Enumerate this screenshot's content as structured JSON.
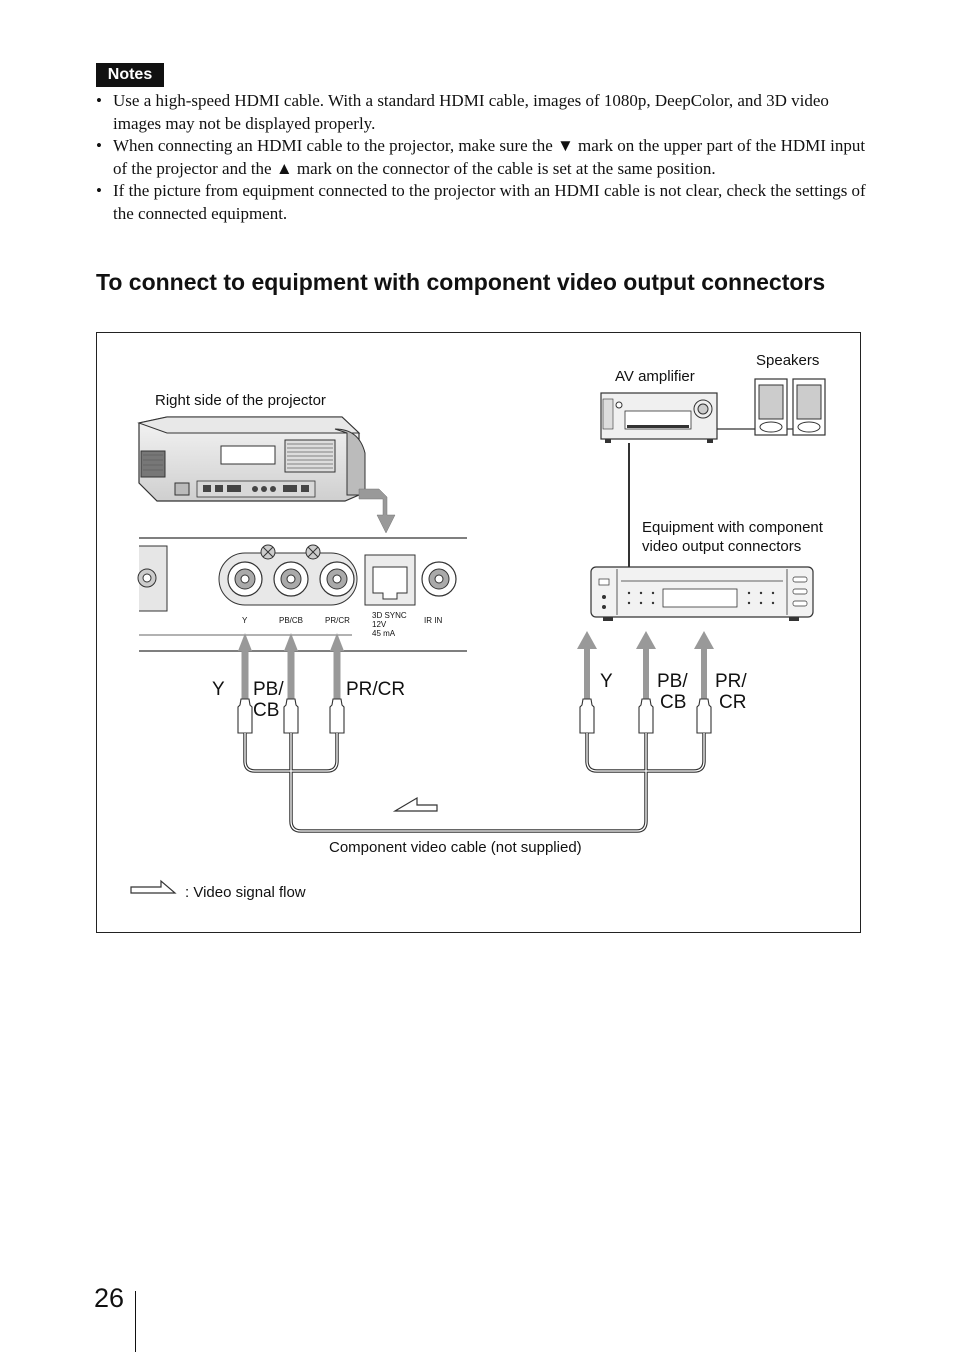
{
  "notes": {
    "badge": "Notes",
    "items": [
      {
        "text": "Use a high-speed HDMI cable. With a standard HDMI cable, images of 1080p, DeepColor, and 3D video images may not be displayed properly."
      },
      {
        "text": "When connecting an HDMI cable to the projector, make sure the ▼ mark on the upper part of the HDMI input of the projector and the ▲ mark on the connector of the cable is set at the same position."
      },
      {
        "text": "If the picture from equipment connected to the projector with an HDMI cable is not clear, check the settings of the connected equipment."
      }
    ]
  },
  "section": {
    "heading": "To connect to equipment with component video output connectors"
  },
  "diagram": {
    "projector_label": "Right side of the projector",
    "amplifier_label": "AV amplifier",
    "speakers_label": "Speakers",
    "equipment_label_line1": "Equipment with component",
    "equipment_label_line2": "video output connectors",
    "cable_label": "Component video cable (not supplied)",
    "legend_label": ": Video signal flow",
    "panel_labels": {
      "y": "Y",
      "pb": "PB/CB",
      "pr": "PR/CR",
      "sync_line1": "3D  SYNC",
      "sync_line2": "12V",
      "sync_line3": "45 mA",
      "ir": "IR IN"
    },
    "plug_labels": {
      "y": "Y",
      "pb_top": "PB/",
      "pb_bottom": "CB",
      "pr": "PR/CR",
      "pr_top": "PR/",
      "pr_bottom": "CR"
    }
  },
  "footer": {
    "page_number": "26"
  }
}
